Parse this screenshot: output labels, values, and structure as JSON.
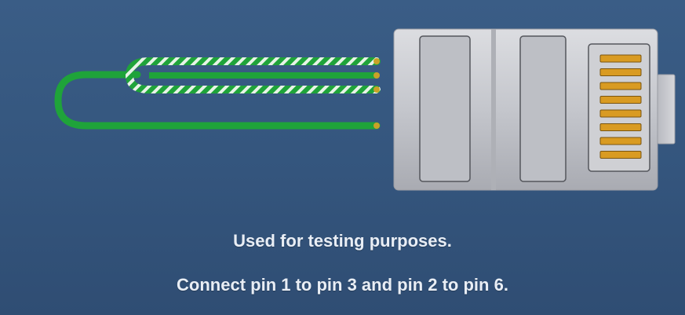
{
  "captions": {
    "line1": "Used for testing purposes.",
    "line2": "Connect pin 1 to pin 3 and pin 2 to pin 6."
  },
  "colors": {
    "background": "#34557d",
    "wire_green": "#1fa33a",
    "wire_stripe": "#e8f3e8",
    "connector_body": "#c4c6cc",
    "contact_gold": "#d99b22"
  },
  "connector": {
    "contact_count": 8
  }
}
